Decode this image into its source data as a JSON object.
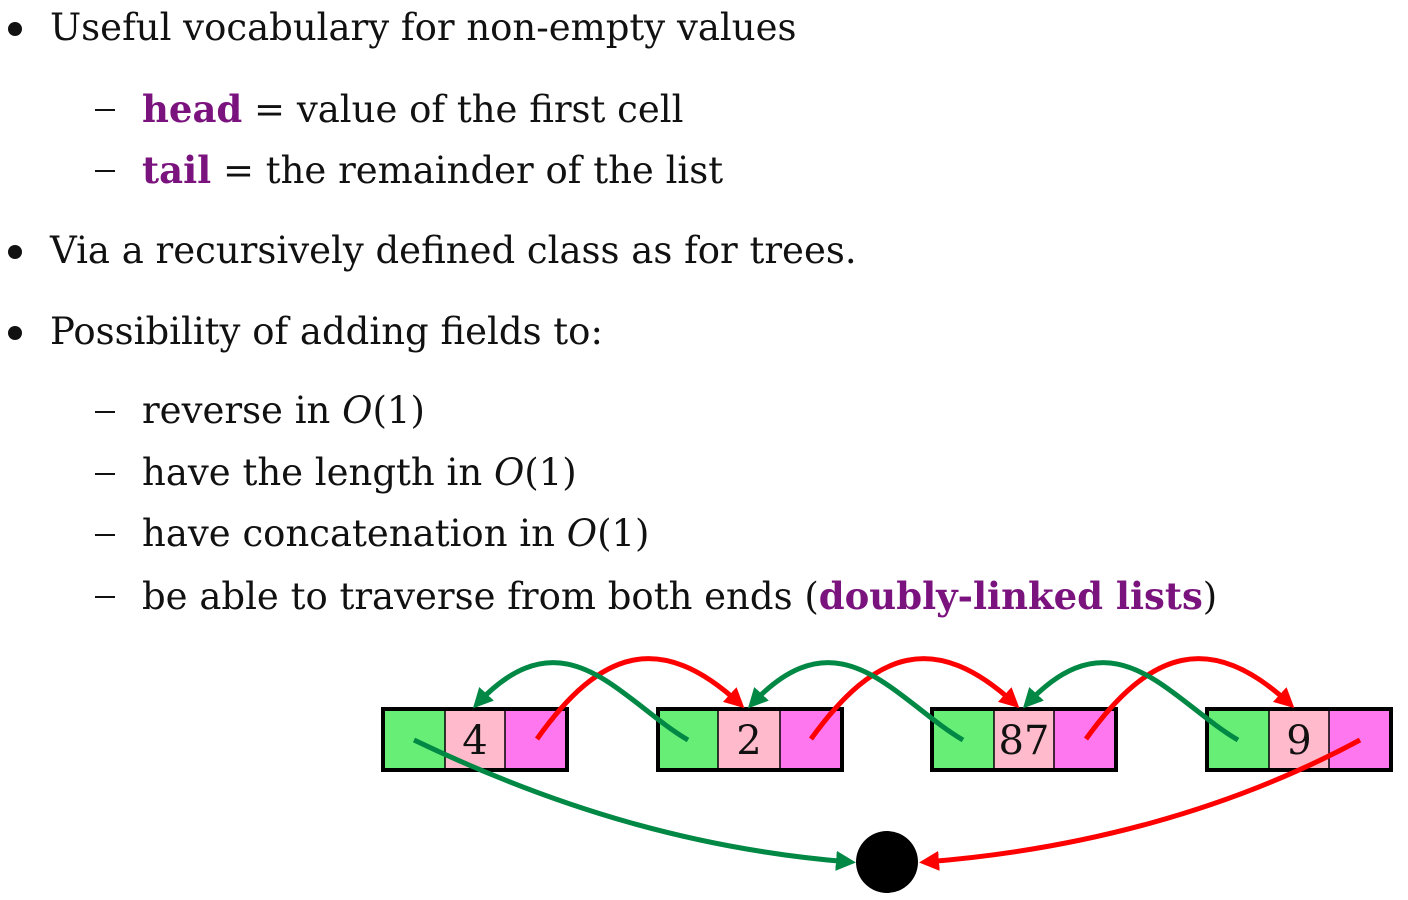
{
  "bullets": {
    "b1": "Useful vocabulary for non-empty values",
    "b2": "Via a recursively defined class as for trees.",
    "b3": "Possibility of adding fields to:"
  },
  "vocab": {
    "head_term": "head",
    "head_rest": " = value of the first cell",
    "tail_term": "tail",
    "tail_rest": " = the remainder of the list"
  },
  "fields": {
    "f1_text": "reverse in ",
    "f2_text": "have the length in ",
    "f3_text": "have concatenation in ",
    "o_symbol": "O",
    "o_arg": "(1)",
    "f4_pre": "be able to traverse from both ends (",
    "f4_term": "doubly-linked lists",
    "f4_post": ")"
  },
  "diagram": {
    "cells": [
      "4",
      "2",
      "87",
      "9"
    ],
    "colors": {
      "prev_field": "#66ee77",
      "value_field": "#ffbbcc",
      "next_field": "#ff77ee",
      "prev_arrow": "#008844",
      "next_arrow": "#ff0000",
      "null_node": "#000000",
      "keyword": "#7b137f"
    }
  }
}
